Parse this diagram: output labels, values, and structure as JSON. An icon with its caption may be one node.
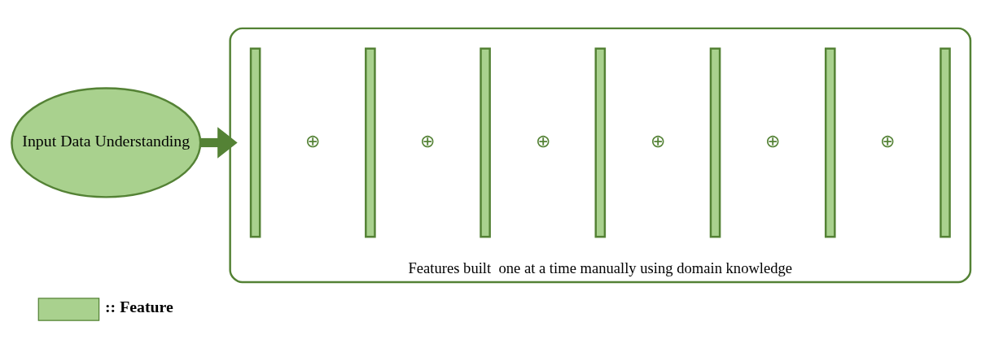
{
  "diagram": {
    "nodes": [
      {
        "text": [
          "Input Data Understanding"
        ]
      },
      {
        "text": [
          "Features built  one at a time manually using domain knowledge"
        ]
      },
      {
        "text": [],
        "shape": "bar",
        "in": 1
      },
      {
        "text": [],
        "shape": "bar",
        "in": 1
      },
      {
        "text": [],
        "shape": "bar",
        "in": 1
      },
      {
        "text": [],
        "shape": "bar",
        "in": 1
      },
      {
        "text": [],
        "shape": "bar",
        "in": 1
      },
      {
        "text": [],
        "shape": "bar",
        "in": 1
      },
      {
        "text": [],
        "shape": "bar",
        "in": 1
      }
    ],
    "edges": [
      {
        "from": 0,
        "to": 1,
        "arrow": "to"
      }
    ],
    "labels": [
      "⊕",
      "⊕",
      "⊕",
      "⊕",
      "⊕",
      "⊕"
    ],
    "legend": [
      {
        "text": ":: Feature",
        "color": "#a9d18e"
      }
    ]
  }
}
